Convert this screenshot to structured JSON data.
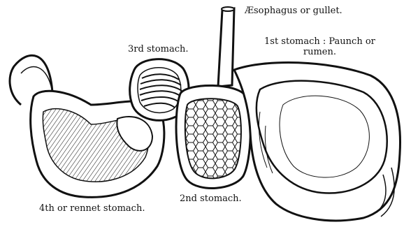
{
  "labels": {
    "oesophagus": "Æsophagus or gullet.",
    "first_stomach_line1": "1st stomach : Paunch or",
    "first_stomach_line2": "rumen.",
    "third_stomach": "3rd stomach.",
    "second_stomach": "2nd stomach.",
    "fourth_stomach": "4th or rennet stomach."
  },
  "colors": {
    "ink": "#111111",
    "paper": "#ffffff"
  }
}
